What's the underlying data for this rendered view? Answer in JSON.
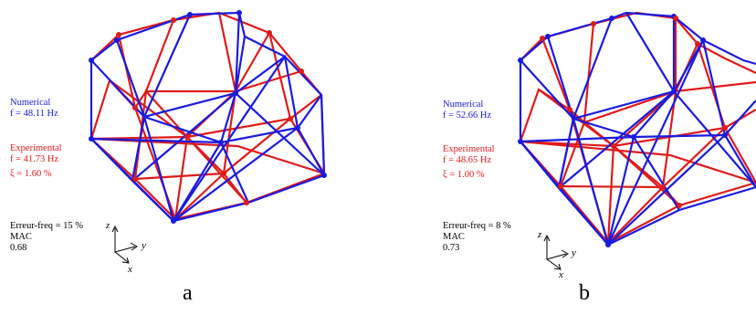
{
  "panels": [
    {
      "id": "a",
      "numerical_label": "Numerical",
      "numerical_freq": "f   = 48.11 Hz",
      "experimental_label": "Experimental",
      "experimental_freq": "f   = 41.73 Hz",
      "damping": "ξ  = 1.60 %",
      "error": "Erreur-freq = 15 %",
      "mac_label": "MAC",
      "mac_value": "0.68",
      "letter": "a"
    },
    {
      "id": "b",
      "numerical_label": "Numerical",
      "numerical_freq": "f   = 52.66 Hz",
      "experimental_label": "Experimental",
      "experimental_freq": "f   = 48.65 Hz",
      "damping": "ξ  = 1.00 %",
      "error": "Erreur-freq = 8 %",
      "mac_label": "MAC",
      "mac_value": "0.73",
      "letter": "b"
    }
  ],
  "axes": {
    "z": "z",
    "y": "y",
    "x": "x"
  },
  "colors": {
    "numerical": "#1a1adf",
    "experimental": "#e01a1a",
    "text": "#000000"
  }
}
